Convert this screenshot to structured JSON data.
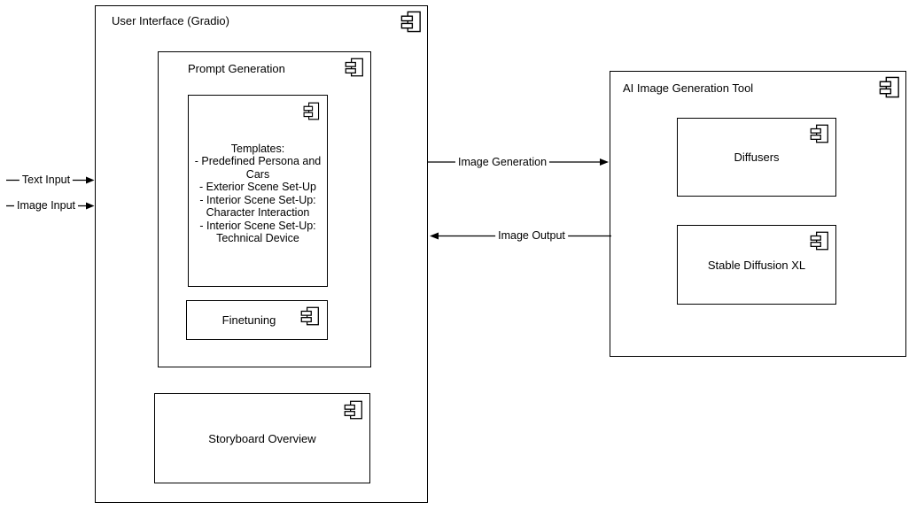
{
  "diagram": {
    "ui_box": {
      "title": "User Interface (Gradio)",
      "prompt_box": {
        "title": "Prompt Generation",
        "templates_box": {
          "text": "Templates:\n- Predefined Persona and\nCars\n- Exterior Scene Set-Up\n- Interior Scene Set-Up:\nCharacter Interaction\n- Interior Scene Set-Up:\nTechnical Device"
        },
        "finetuning_box": {
          "label": "Finetuning"
        }
      },
      "storyboard_box": {
        "label": "Storyboard Overview"
      }
    },
    "ai_box": {
      "title": "AI Image Generation Tool",
      "diffusers_box": {
        "label": "Diffusers"
      },
      "sdxl_box": {
        "label": "Stable Diffusion XL"
      }
    },
    "arrows": {
      "text_input": "Text Input",
      "image_input": "Image Input",
      "image_generation": "Image Generation",
      "image_output": "Image Output"
    },
    "colors": {
      "stroke": "#000000",
      "background": "#ffffff"
    }
  }
}
